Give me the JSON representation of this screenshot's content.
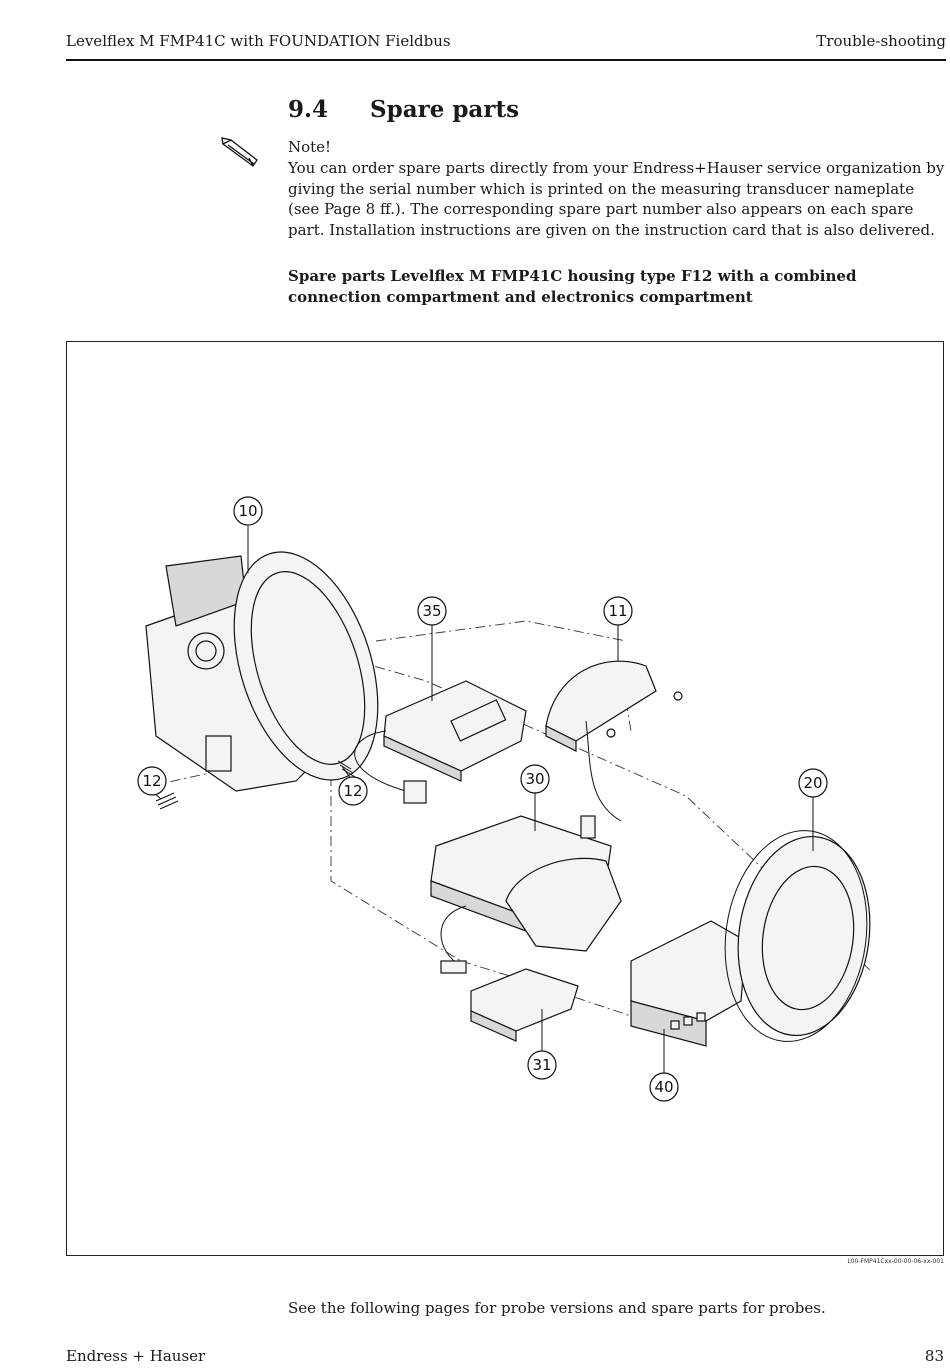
{
  "header": {
    "left": "Levelflex M FMP41C with FOUNDATION Fieldbus",
    "right": "Trouble-shooting"
  },
  "section": {
    "number": "9.4",
    "title": "Spare parts"
  },
  "note": {
    "icon": "pencil-note-icon",
    "label": "Note!",
    "body": "You can order spare parts directly from your Endress+Hauser service organization by giving the serial number which is printed on the measuring transducer nameplate (see Page 8 ff.). The corresponding spare part number also appears on each spare part. Installation instructions are given on the instruction card that is also delivered."
  },
  "subheading": "Spare parts Levelflex M FMP41C housing type F12 with a combined connection compartment and electronics compartment",
  "figure": {
    "callouts": [
      "10",
      "35",
      "11",
      "12",
      "12",
      "30",
      "20",
      "31",
      "40"
    ],
    "code": "L00-FMP41Cxx-00-00-06-xx-001"
  },
  "footer_text": "See the following pages for probe versions and spare parts for probes.",
  "footer": {
    "left": "Endress + Hauser",
    "page": "83"
  }
}
